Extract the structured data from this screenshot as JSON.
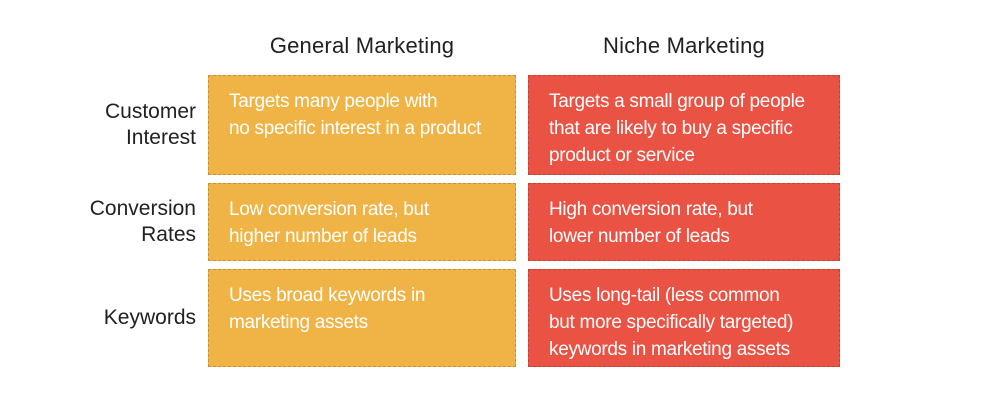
{
  "table": {
    "columns": [
      {
        "label": "General Marketing"
      },
      {
        "label": "Niche Marketing"
      }
    ],
    "rows": [
      {
        "label": "Customer\nInterest",
        "general": "Targets many people with\nno specific interest in a product",
        "niche": "Targets a small group of people\nthat are likely to buy a specific\nproduct or service"
      },
      {
        "label": "Conversion\nRates",
        "general": "Low conversion rate, but\nhigher number of leads",
        "niche": "High conversion rate, but\nlower number of leads"
      },
      {
        "label": "Keywords",
        "general": "Uses broad keywords in\nmarketing assets",
        "niche": "Uses long-tail (less common\nbut more specifically targeted)\nkeywords in marketing assets"
      }
    ]
  },
  "colors": {
    "general-cell": "#F0B446",
    "niche-cell": "#EA5243",
    "cell-text": "#FFFFFF",
    "heading-text": "#212121",
    "background": "#FFFFFF"
  }
}
